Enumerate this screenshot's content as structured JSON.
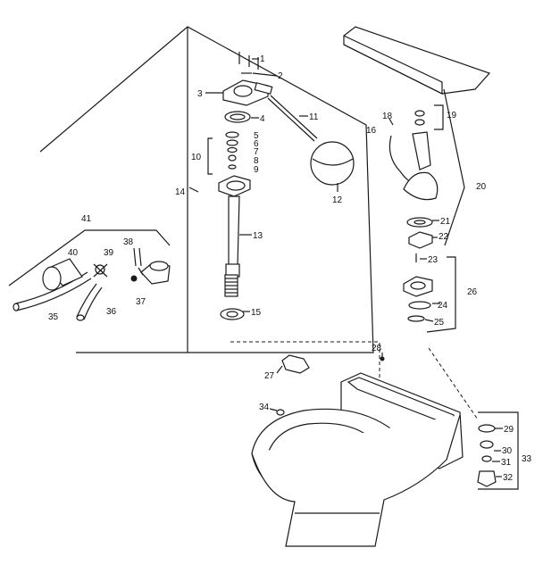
{
  "callouts": {
    "c1": "1",
    "c2": "2",
    "c3": "3",
    "c4": "4",
    "c5": "5",
    "c6": "6",
    "c7": "7",
    "c8": "8",
    "c9": "9",
    "c10": "10",
    "c11": "11",
    "c12": "12",
    "c13": "13",
    "c14": "14",
    "c15": "15",
    "c16": "16",
    "c18": "18",
    "c19": "19",
    "c20": "20",
    "c21": "21",
    "c22": "22",
    "c23": "23",
    "c24": "24",
    "c25": "25",
    "c26": "26",
    "c27": "27",
    "c28": "28",
    "c29": "29",
    "c30": "30",
    "c31": "31",
    "c32": "32",
    "c33": "33",
    "c34": "34",
    "c35": "35",
    "c36": "36",
    "c37": "37",
    "c38": "38",
    "c39": "39",
    "c40": "40",
    "c41": "41"
  }
}
